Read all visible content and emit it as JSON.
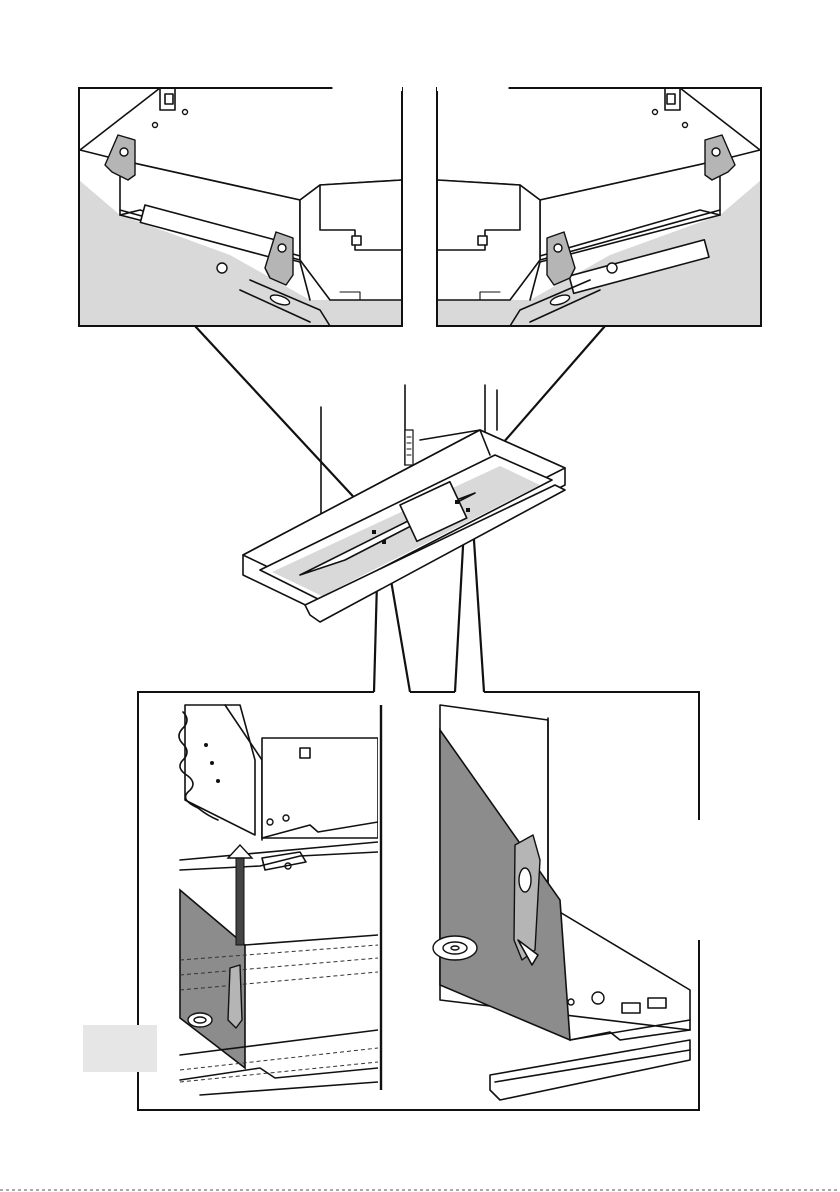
{
  "figure": {
    "panels": [
      "top-left-detail",
      "top-right-detail",
      "center-overview",
      "bottom-left-detail",
      "bottom-right-detail"
    ],
    "colors": {
      "line": "#111111",
      "shade": "#d9d9d9",
      "panel_grey": "#8c8c8c",
      "bracket": "#b5b5b5",
      "page_tab": "#e6e6e6"
    }
  }
}
